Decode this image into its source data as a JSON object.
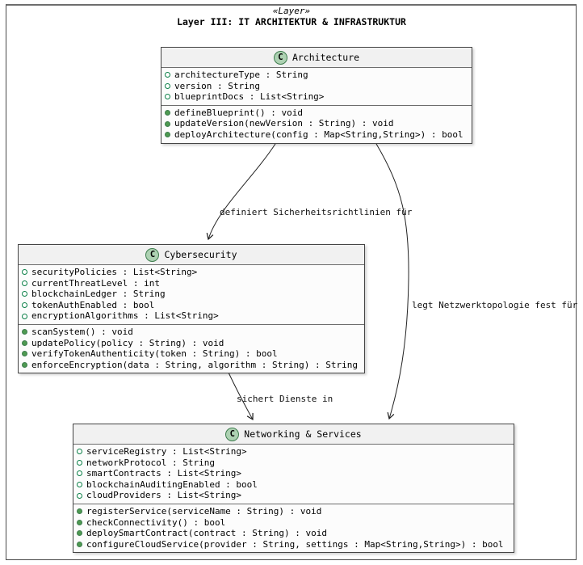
{
  "frame": {
    "stereotype": "«Layer»",
    "title": "Layer III: IT ARCHITEKTUR & INFRASTRUKTUR"
  },
  "classes": [
    {
      "name": "Architecture",
      "icon_letter": "C",
      "attributes": [
        "architectureType : String",
        "version : String",
        "blueprintDocs : List<String>"
      ],
      "methods": [
        "defineBlueprint() : void",
        "updateVersion(newVersion : String) : void",
        "deployArchitecture(config : Map<String,String>) : bool"
      ]
    },
    {
      "name": "Cybersecurity",
      "icon_letter": "C",
      "attributes": [
        "securityPolicies : List<String>",
        "currentThreatLevel : int",
        "blockchainLedger : String",
        "tokenAuthEnabled : bool",
        "encryptionAlgorithms : List<String>"
      ],
      "methods": [
        "scanSystem() : void",
        "updatePolicy(policy : String) : void",
        "verifyTokenAuthenticity(token : String) : bool",
        "enforceEncryption(data : String, algorithm : String) : String"
      ]
    },
    {
      "name": "Networking & Services",
      "icon_letter": "C",
      "attributes": [
        "serviceRegistry : List<String>",
        "networkProtocol : String",
        "smartContracts : List<String>",
        "blockchainAuditingEnabled : bool",
        "cloudProviders : List<String>"
      ],
      "methods": [
        "registerService(serviceName : String) : void",
        "checkConnectivity() : bool",
        "deploySmartContract(contract : String) : void",
        "configureCloudService(provider : String, settings : Map<String,String>) : bool"
      ]
    }
  ],
  "edges": [
    {
      "from": "Architecture",
      "to": "Cybersecurity",
      "label": "definiert Sicherheitsrichtlinien für"
    },
    {
      "from": "Architecture",
      "to": "Networking & Services",
      "label": "legt Netzwerktopologie fest für"
    },
    {
      "from": "Cybersecurity",
      "to": "Networking & Services",
      "label": "sichert Dienste in"
    }
  ],
  "colors": {
    "class_header_bg": "#f1f1f1",
    "class_body_bg": "#fcfcfc",
    "box_border": "#454545",
    "circle_fill": "#add1b2",
    "circle_border": "#3e7d4e",
    "field_dot_border": "#0c8048",
    "method_dot_fill": "#4e9a51",
    "edge_stroke": "#222222"
  }
}
